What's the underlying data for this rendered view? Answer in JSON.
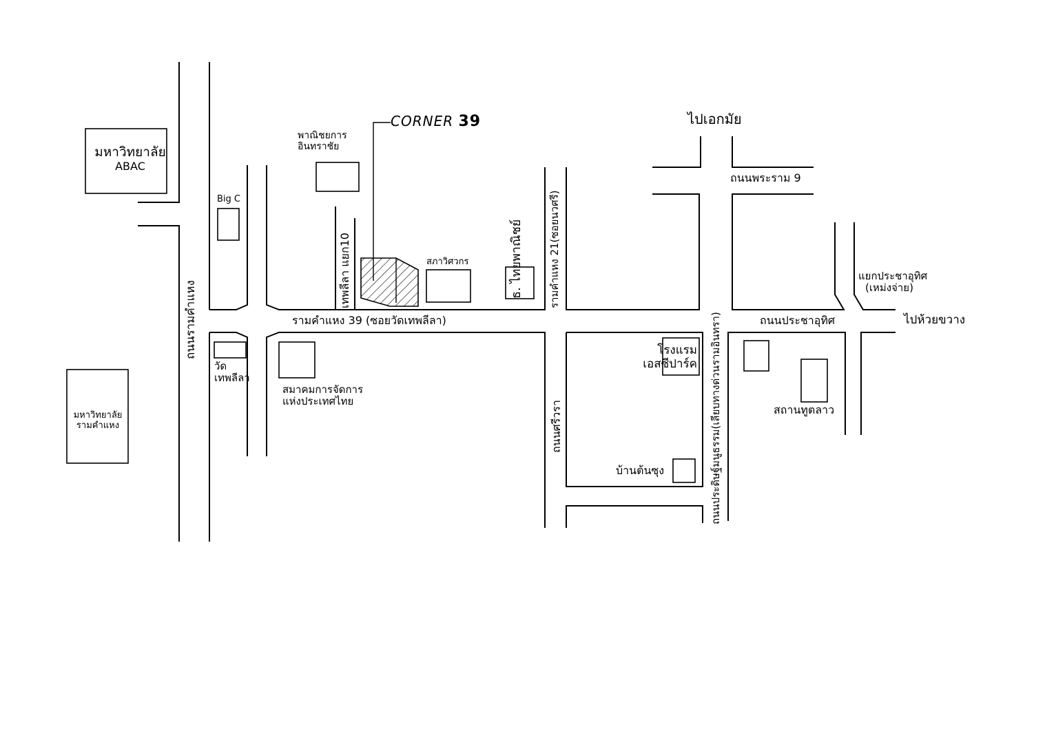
{
  "landmarks": {
    "abac": [
      "มหาวิทยาลัย",
      "ABAC"
    ],
    "ramkhamhaeng_univ": [
      "มหาวิทยาลัย",
      "รามคำแหง"
    ],
    "big_c": "Big C",
    "panichayakarn": [
      "พาณิชยการ",
      "อินทราชัย"
    ],
    "corner39": {
      "name": "CORNER",
      "number": "39"
    },
    "engineer_council": "สภาวิศวกร",
    "scb_bank": "ธ. ไทยพาณิชย์",
    "wat": [
      "วัด",
      "เทพลีลา"
    ],
    "association": [
      "สมาคมการจัดการ",
      "แห่งประเทศไทย"
    ],
    "hotel": [
      "โรงแรม",
      "เอสซีปาร์ค"
    ],
    "ban_ton_sung": "บ้านต้นซุง",
    "lao_embassy": "สถานทูตลาว",
    "pracha_intersection": [
      "แยกประชาอุทิศ",
      "(เหม่งจ่าย)"
    ]
  },
  "roads": {
    "ramkhamhaeng": "ถนนรามคำแหง",
    "soi39": "รามคำแหง 39 (ซอยวัดเทพลีลา)",
    "thepleela_alley": "เทพลีลา แยก10",
    "soi21": "รามคำแหง 21(ซอยนวศรี)",
    "rama9": "ถนนพระราม 9",
    "to_ekkamai": "ไปเอกมัย",
    "pracha_uthit": "ถนนประชาอุทิศ",
    "to_huai_khwang": "ไปห้วยขวาง",
    "srivara": "ถนนศรีวรา",
    "pradit": "ถนนประดิษฐ์มนูธรรม(เลียบทางด่วนรามอินทรา)"
  }
}
